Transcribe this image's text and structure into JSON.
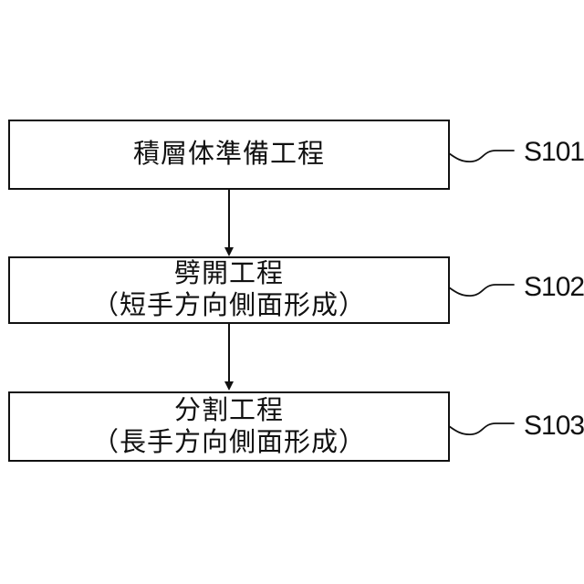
{
  "figure": {
    "type": "flowchart",
    "colors": {
      "line": "#111111",
      "background": "#ffffff",
      "text": "#111111"
    },
    "steps": [
      {
        "label": "S101",
        "title": "積層体準備工程",
        "subtitle": ""
      },
      {
        "label": "S102",
        "title": "劈開工程",
        "subtitle": "（短手方向側面形成）"
      },
      {
        "label": "S103",
        "title": "分割工程",
        "subtitle": "（長手方向側面形成）"
      }
    ]
  }
}
